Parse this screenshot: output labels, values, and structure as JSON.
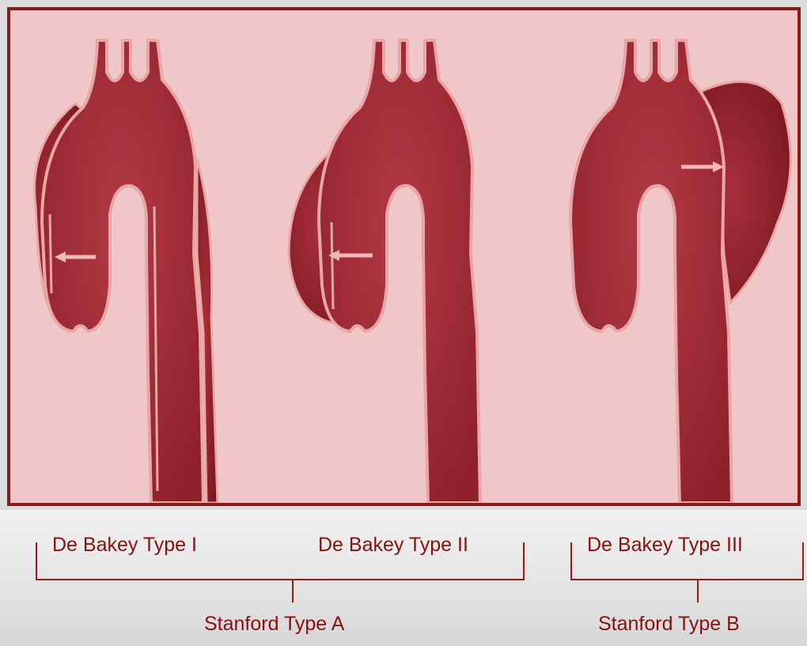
{
  "classifications": {
    "debakey": [
      {
        "label": "De Bakey Type I"
      },
      {
        "label": "De Bakey Type II"
      },
      {
        "label": "De Bakey Type III"
      }
    ],
    "stanford": [
      {
        "label": "Stanford Type A"
      },
      {
        "label": "Stanford Type B"
      }
    ]
  },
  "colors": {
    "frame": "#8d1a1a",
    "background": "#f0c7c9",
    "vessel": "#9c2a33",
    "vessel_edge": "#e9a6a6",
    "false_lumen": "#8a1f28",
    "arrow": "#f2b6b6",
    "label_text": "#8a1010",
    "bracket": "#a01818"
  },
  "panels": [
    {
      "name": "aorta-debakey-type-1",
      "false_lumen": "ascending-arch-descending",
      "tear_arrow": "ascending"
    },
    {
      "name": "aorta-debakey-type-2",
      "false_lumen": "ascending-only",
      "tear_arrow": "ascending"
    },
    {
      "name": "aorta-debakey-type-3",
      "false_lumen": "descending-only",
      "tear_arrow": "descending"
    }
  ]
}
